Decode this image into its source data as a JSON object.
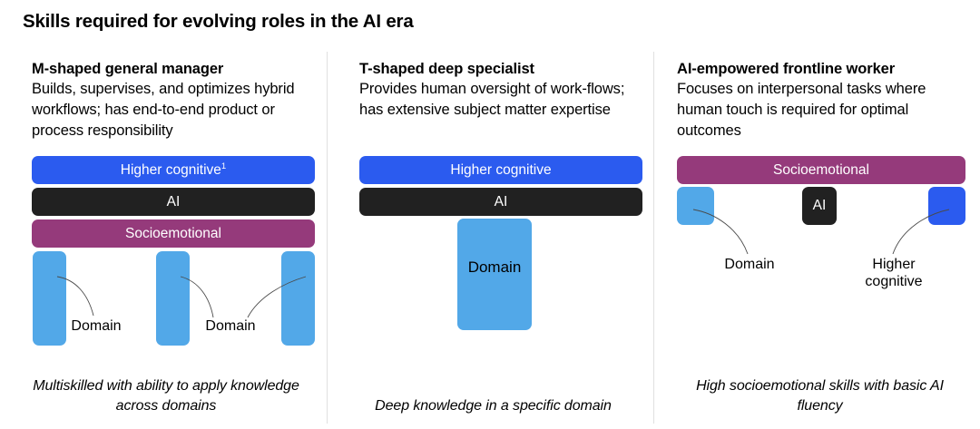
{
  "chart_data": {
    "type": "diagram",
    "title": "Skills required for evolving roles in the AI era",
    "columns": [
      {
        "heading": "M-shaped general manager",
        "description": "Builds, supervises, and optimizes hybrid workflows; has end-to-end product or process responsibility",
        "shape": "M-shaped",
        "bars": [
          {
            "label": "Higher cognitive",
            "superscript": "1",
            "color": "#2B5BEF",
            "skill": "higher-cognitive"
          },
          {
            "label": "AI",
            "superscript": "",
            "color": "#212121",
            "skill": "ai"
          },
          {
            "label": "Socioemotional",
            "superscript": "",
            "color": "#953A7B",
            "skill": "socioemotional"
          }
        ],
        "legs": [
          {
            "color": "#52A8E8",
            "label": ""
          },
          {
            "color": "#52A8E8",
            "label": ""
          },
          {
            "color": "#52A8E8",
            "label": ""
          }
        ],
        "callouts": [
          "Domain",
          "Domain"
        ],
        "footer": "Multiskilled with ability to apply knowledge across domains"
      },
      {
        "heading": "T-shaped deep specialist",
        "description": "Provides human oversight of work-flows; has extensive subject matter expertise",
        "shape": "T-shaped",
        "bars": [
          {
            "label": "Higher cognitive",
            "superscript": "",
            "color": "#2B5BEF",
            "skill": "higher-cognitive"
          },
          {
            "label": "AI",
            "superscript": "",
            "color": "#212121",
            "skill": "ai"
          }
        ],
        "stem": {
          "label": "Domain",
          "color": "#52A8E8"
        },
        "footer": "Deep knowledge in a specific domain"
      },
      {
        "heading": "AI-empowered frontline worker",
        "description": "Focuses on interpersonal tasks where human touch is required for optimal outcomes",
        "shape": "broad-socioemotional",
        "bars": [
          {
            "label": "Socioemotional",
            "superscript": "",
            "color": "#953A7B",
            "skill": "socioemotional"
          }
        ],
        "blocks": [
          {
            "label": "",
            "color": "#52A8E8",
            "skill": "domain"
          },
          {
            "label": "AI",
            "color": "#212121",
            "skill": "ai"
          },
          {
            "label": "",
            "color": "#2B5BEF",
            "skill": "higher-cognitive"
          }
        ],
        "callouts": [
          "Domain",
          "Higher cognitive"
        ],
        "footer": "High socioemotional skills with basic AI fluency"
      }
    ],
    "colors": {
      "higher_cognitive": "#2B5BEF",
      "ai": "#212121",
      "socioemotional": "#953A7B",
      "domain": "#52A8E8",
      "divider": "#e0e0e0",
      "background": "#ffffff",
      "text": "#000000"
    }
  }
}
